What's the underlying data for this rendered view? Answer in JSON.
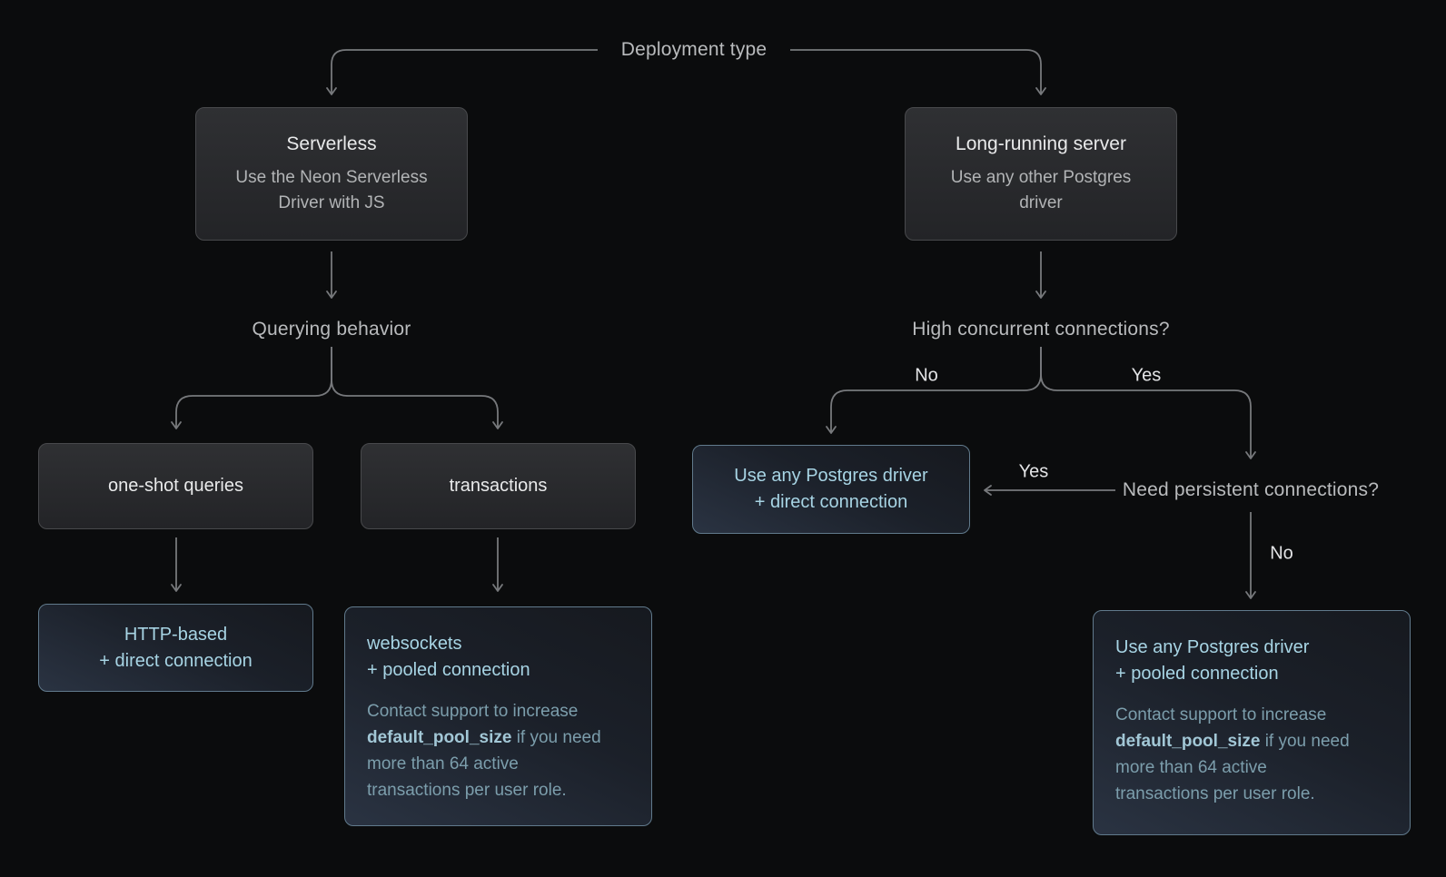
{
  "diagram": {
    "root_label": "Deployment type",
    "branch_labels": {
      "querying_behavior": "Querying behavior",
      "high_concurrent": "High concurrent connections?",
      "need_persistent": "Need persistent connections?"
    },
    "edge_labels": {
      "no": "No",
      "yes": "Yes"
    },
    "nodes": {
      "serverless": {
        "title": "Serverless",
        "subtitle": "Use the Neon Serverless Driver with JS"
      },
      "long_running_server": {
        "title": "Long-running server",
        "subtitle": "Use any other Postgres driver"
      },
      "one_shot_queries": {
        "title": "one-shot queries"
      },
      "transactions": {
        "title": "transactions"
      },
      "http_based": {
        "line1": "HTTP-based",
        "line2": "+ direct connection"
      },
      "websockets": {
        "line1": "websockets",
        "line2": "+ pooled connection",
        "note": {
          "pre": "Contact support to increase ",
          "bold": "default_pool_size",
          "post": " if you need more than 64 active transactions per user role."
        }
      },
      "any_driver_direct": {
        "line1": "Use any Postgres driver",
        "line2": "+ direct connection"
      },
      "any_driver_pooled": {
        "line1": "Use any Postgres driver",
        "line2": "+ pooled connection",
        "note": {
          "pre": "Contact support to increase ",
          "bold": "default_pool_size",
          "post": " if you need more than 64 active transactions per user role."
        }
      }
    },
    "colors": {
      "background": "#0b0c0d",
      "connector": "#77797c",
      "gray_box_border": "#48494c",
      "accent_border": "#617a8c",
      "accent_text": "#a7d4e4",
      "note_text": "#7c9eac",
      "label_text": "#b9bbbd"
    }
  }
}
